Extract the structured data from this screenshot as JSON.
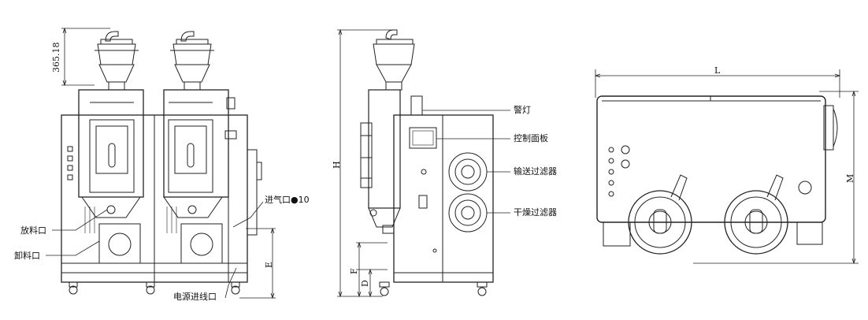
{
  "front_view": {
    "dim_height": "365.18",
    "labels": {
      "discharge_port": "放料口",
      "unload_port": "卸料口",
      "air_inlet": "进气口●10",
      "power_inlet": "电源进线口"
    },
    "dims": {
      "E": "E"
    }
  },
  "side_view": {
    "labels": {
      "warning_lamp": "警灯",
      "control_panel": "控制面板",
      "conveying_filter": "输送过滤器",
      "drying_filter": "干燥过滤器"
    },
    "dims": {
      "H": "H",
      "F": "F",
      "D": "D"
    }
  },
  "top_view": {
    "dims": {
      "L": "L",
      "M": "M"
    }
  }
}
